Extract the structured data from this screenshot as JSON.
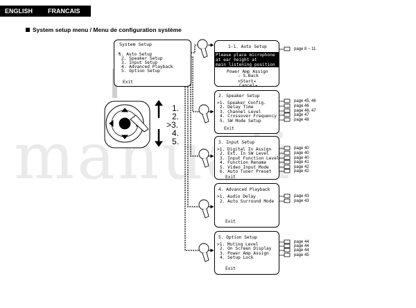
{
  "header": {
    "lang_english": "ENGLISH",
    "lang_francais": "FRANCAIS"
  },
  "section_title": "System setup menu / Menu de configuration système",
  "system_setup": {
    "title": "System Setup",
    "items": [
      "1. Auto Setup",
      "2. Speaker Setup",
      "3. Input Setup",
      "4. Advanced Playback",
      "5. Option Setup"
    ],
    "exit": "Exit"
  },
  "remote": {
    "cursor_labels": [
      "1.",
      "2.",
      ">3.",
      "4.",
      "5."
    ]
  },
  "auto_setup": {
    "title": "1-1. Auto Setup",
    "highlight": [
      "Please place microphone",
      "at ear height at",
      "main listening position"
    ],
    "lines": [
      "Power Amp Assign",
      ": S.Back"
    ],
    "start": ">Start",
    "cancel": "Cancel",
    "page_ref": "page 8 ~ 11"
  },
  "speaker_setup": {
    "title": "2. Speaker Setup",
    "items": [
      ">1. Speaker Config.",
      "2. Delay Time",
      "3. Channel Level",
      "4. Crossover Frequency",
      "5. SW Mode Setup"
    ],
    "exit": "Exit",
    "page_refs": [
      "page 45, 46",
      "page 46",
      "page 46, 47",
      "page 47",
      "page 48"
    ]
  },
  "input_setup": {
    "title": "3. Input Setup",
    "items": [
      ">1. Digital In Assign",
      "2. Ext. In SW Level",
      "3. Input Function Level",
      "4. Function Rename",
      "5. Video Input Mode",
      "6. Auto Tuner Preset"
    ],
    "exit": "Exit",
    "page_refs": [
      "page 40",
      "page 40",
      "page 40",
      "page 41",
      "page 42",
      "page 42"
    ]
  },
  "advanced_playback": {
    "title": "4. Advanced Playback",
    "items": [
      ">1. Audio Delay",
      "2. Auto Surround Mode"
    ],
    "exit": "Exit",
    "page_refs": [
      "page 43",
      "page 43"
    ]
  },
  "option_setup": {
    "title": "5. Option Setup",
    "items": [
      ">1. Muting Level",
      "2. On Screen Display",
      "3. Power Amp Assign",
      "4. Setup Lock"
    ],
    "exit": "Exit",
    "page_refs": [
      "page 44",
      "page 44",
      "page 44",
      "page 45"
    ]
  },
  "watermark": "manuali"
}
